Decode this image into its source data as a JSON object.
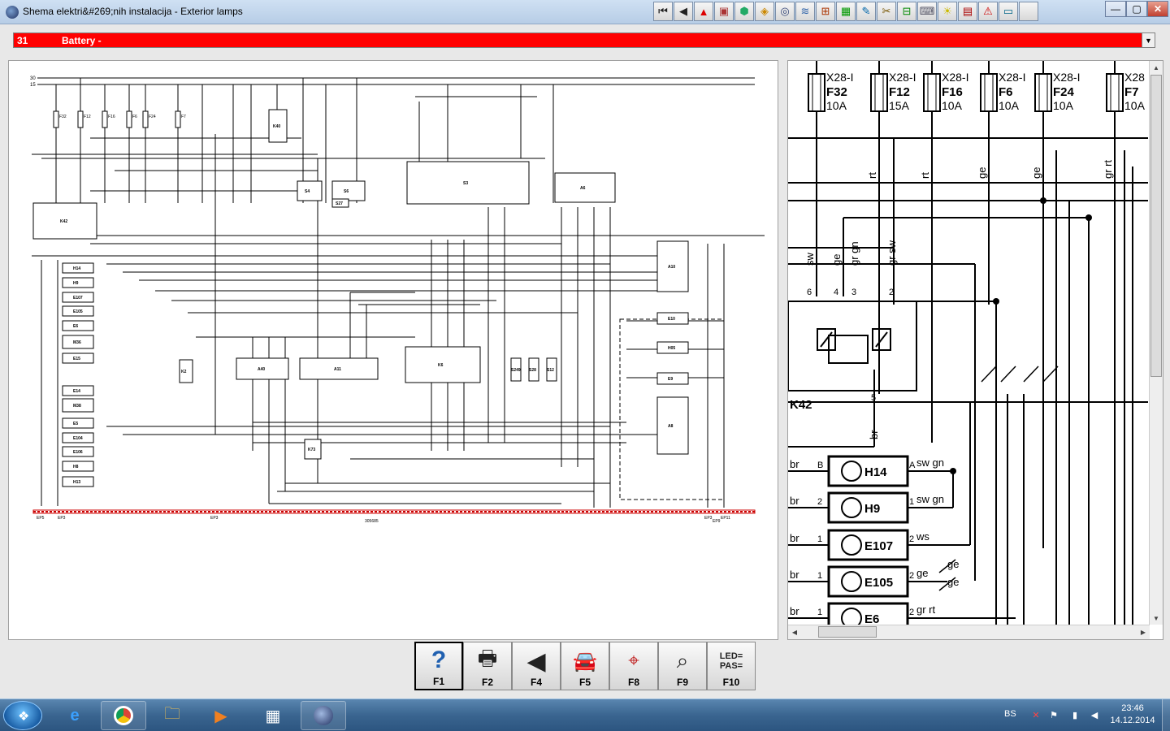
{
  "window": {
    "title": "Shema elektri&#269;nih instalacija - Exterior lamps"
  },
  "toolbar": {
    "icons": [
      "first-icon",
      "prev-icon",
      "warning-icon",
      "component-icon",
      "connector-icon",
      "fuse-icon",
      "ground-icon",
      "wiring-icon",
      "relay-icon",
      "location-icon",
      "diagnosis-icon",
      "tools-icon",
      "pinout-icon",
      "harness-icon",
      "bulb-icon",
      "module-icon",
      "antenna-icon",
      "display-icon",
      "blank-icon"
    ]
  },
  "circuit_selector": {
    "number": "31",
    "name": "Battery -"
  },
  "diagram": {
    "main_buses": [
      "30",
      "15"
    ],
    "fuses": [
      {
        "ref": "X28-I",
        "id": "F32",
        "amp": "10A"
      },
      {
        "ref": "X28-I",
        "id": "F12",
        "amp": "15A"
      },
      {
        "ref": "X28-I",
        "id": "F16",
        "amp": "10A"
      },
      {
        "ref": "X28-I",
        "id": "F6",
        "amp": "10A"
      },
      {
        "ref": "X28-I",
        "id": "F24",
        "amp": "10A"
      },
      {
        "ref": "X28",
        "id": "F7",
        "amp": "10A"
      }
    ],
    "wires_vertical": [
      "rt",
      "rt",
      "ge",
      "ge",
      "gr rt"
    ],
    "relay": {
      "id": "K42",
      "pins": [
        "6",
        "4",
        "3",
        "2",
        "5"
      ],
      "pin_wires": [
        "sw",
        "ge",
        "gr gn",
        "gr sw"
      ],
      "ground_wire": "br"
    },
    "components": [
      {
        "id": "H14",
        "left_wire": "br",
        "left_pin": "B",
        "right_pin": "A",
        "right_wire": "sw gn"
      },
      {
        "id": "H9",
        "left_wire": "br",
        "left_pin": "2",
        "right_pin": "1",
        "right_wire": "sw gn"
      },
      {
        "id": "E107",
        "left_wire": "br",
        "left_pin": "1",
        "right_pin": "2",
        "right_wire": "ws"
      },
      {
        "id": "E105",
        "left_wire": "br",
        "left_pin": "1",
        "right_pin": "2",
        "right_wire": "ge"
      },
      {
        "id": "E6",
        "left_wire": "br",
        "left_pin": "1",
        "right_pin": "2",
        "right_wire": "gr rt"
      }
    ],
    "extra_labels": [
      "ge",
      "ge"
    ],
    "overview_code": "305685",
    "ground_points": [
      "EP5",
      "EP3",
      "EP3",
      "EP3",
      "EP9",
      "EP11"
    ],
    "overview_modules": [
      "K42",
      "H14",
      "H9",
      "E107",
      "E105",
      "E6",
      "M36",
      "E15",
      "E14",
      "M38",
      "E5",
      "E104",
      "E106",
      "H8",
      "H13",
      "K2",
      "A40",
      "A11",
      "K6",
      "S249",
      "S28",
      "S12",
      "A10",
      "E10",
      "H05",
      "E9",
      "A8",
      "K73",
      "S4",
      "S6",
      "S27",
      "S3",
      "A6",
      "K40"
    ]
  },
  "function_keys": [
    {
      "key": "F1",
      "icon": "help-icon"
    },
    {
      "key": "F2",
      "icon": "print-icon"
    },
    {
      "key": "F4",
      "icon": "back-icon"
    },
    {
      "key": "F5",
      "icon": "car-icon"
    },
    {
      "key": "F8",
      "icon": "zoom-part-icon"
    },
    {
      "key": "F9",
      "icon": "magnifier-icon"
    },
    {
      "key": "F10",
      "icon": "led-pas-icon",
      "icon_text": "LED= PAS="
    }
  ],
  "taskbar": {
    "lang": "BS",
    "time": "23:46",
    "date": "14.12.2014"
  }
}
